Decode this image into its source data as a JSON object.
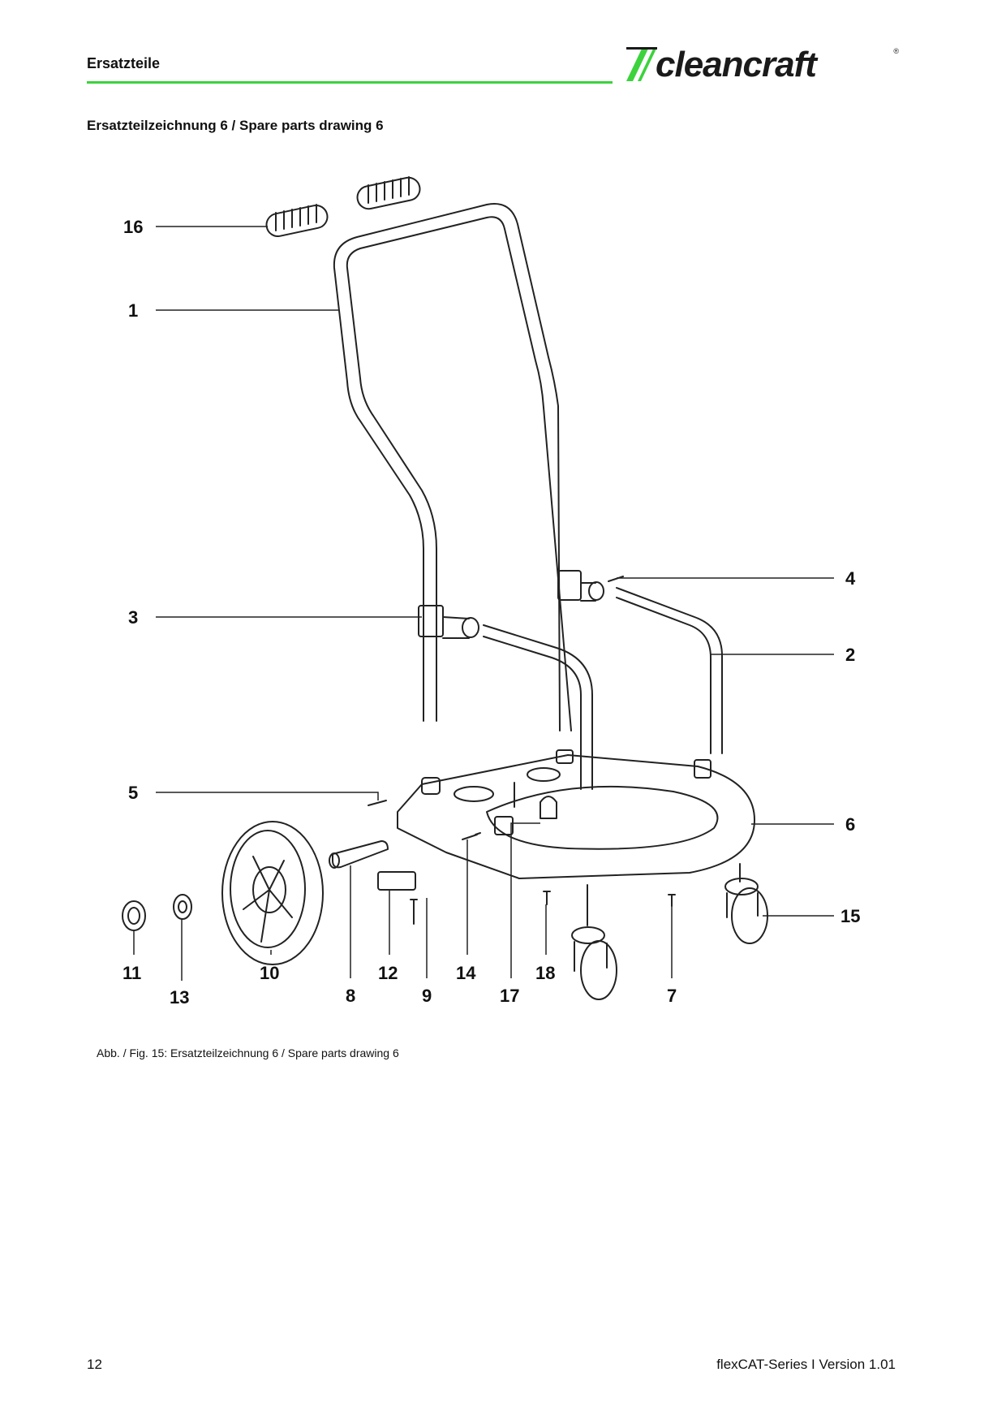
{
  "header": {
    "section_title": "Ersatzteile",
    "logo_text": "cleancraft",
    "logo_reg": "®",
    "accent_color": "#3cd23c"
  },
  "drawing_title": "Ersatzteilzeichnung 6 / Spare parts drawing 6",
  "callouts": {
    "c16": "16",
    "c1": "1",
    "c3": "3",
    "c5": "5",
    "c4": "4",
    "c2": "2",
    "c6": "6",
    "c15": "15",
    "c11": "11",
    "c13": "13",
    "c10": "10",
    "c8": "8",
    "c12": "12",
    "c9": "9",
    "c14": "14",
    "c17": "17",
    "c18": "18",
    "c7": "7"
  },
  "caption": "Abb. / Fig. 15: Ersatzteilzeichnung 6 / Spare parts drawing 6",
  "footer": {
    "page_number": "12",
    "version": "flexCAT-Series I Version 1.01"
  }
}
